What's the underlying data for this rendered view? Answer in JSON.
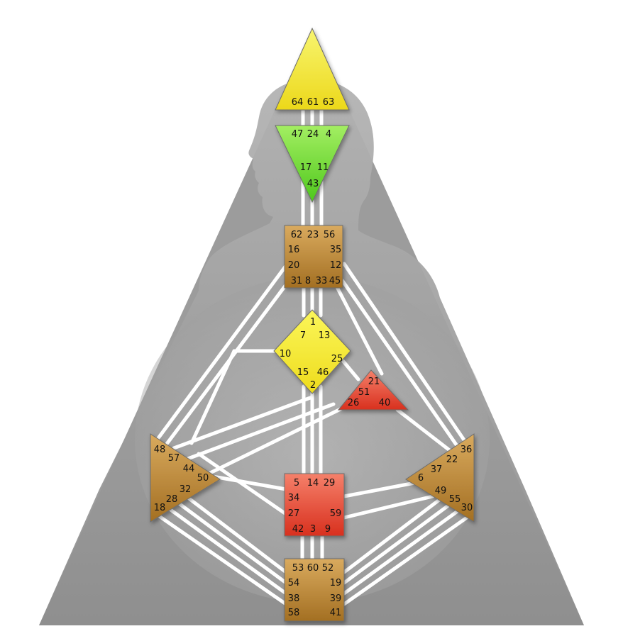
{
  "colors": {
    "background": "#ffffff",
    "silhouette": "#9e9e9e",
    "channel_line": "#ffffff",
    "head": "#f2ee3c",
    "ajna": "#7be23c",
    "throat": "#b98a3c",
    "g_center": "#f2ee3c",
    "heart": "#e8503a",
    "spleen": "#b98a3c",
    "solar_plexus": "#b98a3c",
    "sacral": "#e8503a",
    "root": "#b98a3c"
  },
  "centers": {
    "head": {
      "gates": [
        "64",
        "61",
        "63"
      ]
    },
    "ajna": {
      "gates": [
        "47",
        "24",
        "4",
        "17",
        "11",
        "43"
      ]
    },
    "throat": {
      "gates": [
        "62",
        "23",
        "56",
        "16",
        "35",
        "20",
        "12",
        "31",
        "8",
        "33",
        "45"
      ]
    },
    "g_center": {
      "gates": [
        "1",
        "7",
        "13",
        "10",
        "25",
        "15",
        "46",
        "2"
      ]
    },
    "heart": {
      "gates": [
        "21",
        "51",
        "26",
        "40"
      ]
    },
    "spleen": {
      "gates": [
        "48",
        "57",
        "44",
        "50",
        "32",
        "28",
        "18"
      ]
    },
    "solar_plexus": {
      "gates": [
        "36",
        "22",
        "37",
        "6",
        "49",
        "55",
        "30"
      ]
    },
    "sacral": {
      "gates": [
        "5",
        "14",
        "29",
        "34",
        "27",
        "59",
        "42",
        "3",
        "9"
      ]
    },
    "root": {
      "gates": [
        "53",
        "60",
        "52",
        "54",
        "19",
        "38",
        "39",
        "58",
        "41"
      ]
    }
  }
}
